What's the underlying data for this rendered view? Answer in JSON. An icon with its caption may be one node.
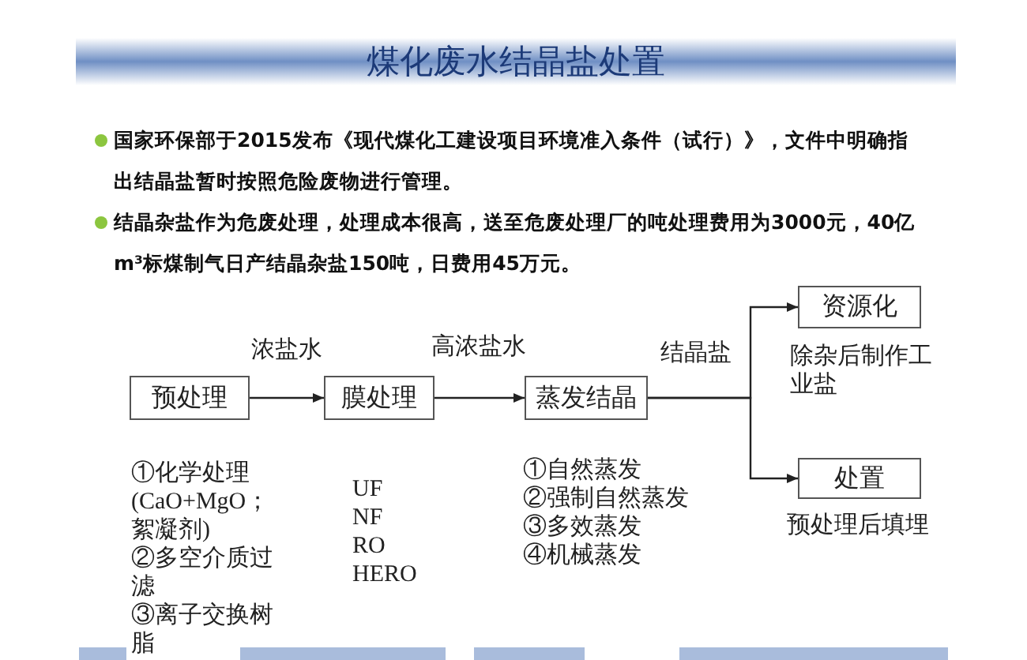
{
  "diagram": {
    "title": "煤化废水结晶盐处置",
    "nodes": [
      {
        "text": [
          "预处理"
        ],
        "beside": [
          "①化学处理 (CaO+MgO；絮凝剂)",
          "②多空介质过滤",
          "③离子交换树脂"
        ]
      },
      {
        "text": [
          "膜处理"
        ],
        "beside": [
          "UF",
          "NF",
          "RO",
          "HERO"
        ]
      },
      {
        "text": [
          "蒸发结晶"
        ],
        "beside": [
          "①自然蒸发",
          "②强制自然蒸发",
          "③多效蒸发",
          "④机械蒸发"
        ]
      },
      {
        "text": [
          "资源化"
        ],
        "beside": [
          "除杂后制作工业盐"
        ]
      },
      {
        "text": [
          "处置"
        ],
        "beside": [
          "预处理后填埋"
        ]
      }
    ],
    "edges": [
      {
        "from": 0,
        "to": 1,
        "arrow": "to",
        "label": "浓盐水"
      },
      {
        "from": 1,
        "to": 2,
        "arrow": "to",
        "label": "高浓盐水"
      },
      {
        "from": 2,
        "to": 3,
        "arrow": "to",
        "label": "结晶盐"
      },
      {
        "from": 2,
        "to": 4,
        "arrow": "to"
      }
    ],
    "labels": [
      "国家环保部于2015发布《现代煤化工建设项目环境准入条件（试行）》，文件中明确指出结晶盐暂时按照危险废物进行管理。",
      "结晶杂盐作为危废处理，处理成本很高，送至危废处理厂的吨处理费用为3000元，40亿m³标煤制气日产结晶杂盐150吨，日费用45万元。"
    ]
  }
}
